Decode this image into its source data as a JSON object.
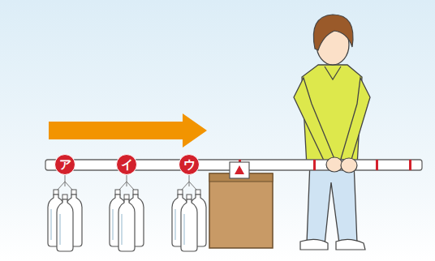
{
  "diagram": {
    "nodes": [
      {
        "text": [
          "ア"
        ]
      },
      {
        "text": [
          "イ"
        ]
      },
      {
        "text": [
          "ウ"
        ]
      }
    ]
  }
}
